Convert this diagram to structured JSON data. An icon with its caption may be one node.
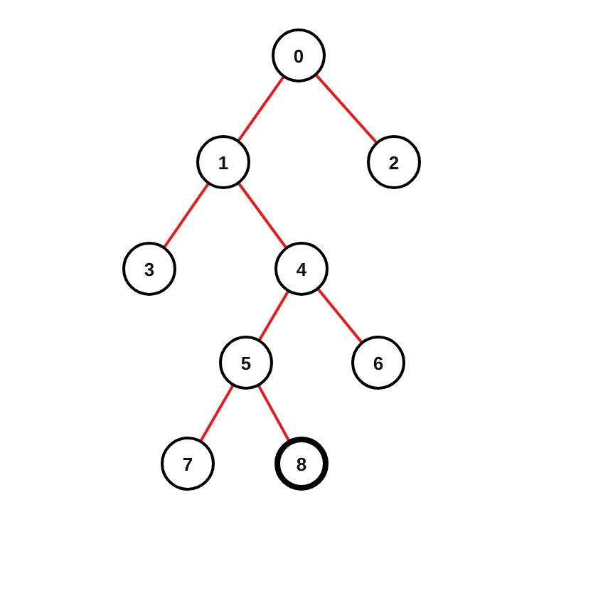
{
  "diagram": {
    "nodes": [
      {
        "text": [
          "0"
        ]
      },
      {
        "text": [
          "1"
        ]
      },
      {
        "text": [
          "2"
        ]
      },
      {
        "text": [
          "3"
        ]
      },
      {
        "text": [
          "4"
        ]
      },
      {
        "text": [
          "5"
        ]
      },
      {
        "text": [
          "6"
        ]
      },
      {
        "text": [
          "7"
        ]
      },
      {
        "text": [
          "8"
        ]
      }
    ],
    "edges": [
      {
        "from": 0,
        "to": 1,
        "arrow": "none"
      },
      {
        "from": 0,
        "to": 2,
        "arrow": "none"
      },
      {
        "from": 1,
        "to": 3,
        "arrow": "none"
      },
      {
        "from": 1,
        "to": 4,
        "arrow": "none"
      },
      {
        "from": 4,
        "to": 5,
        "arrow": "none"
      },
      {
        "from": 4,
        "to": 6,
        "arrow": "none"
      },
      {
        "from": 5,
        "to": 7,
        "arrow": "none"
      },
      {
        "from": 5,
        "to": 8,
        "arrow": "none"
      }
    ]
  }
}
